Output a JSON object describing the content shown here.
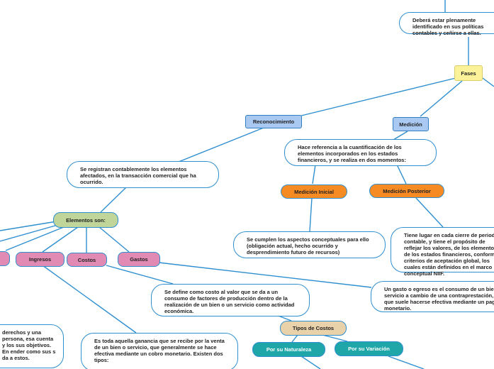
{
  "nodes": {
    "politicas": "Deberá estar plenamente identificado en sus políticas contables y ceñirse a ellas.",
    "fases": "Fases",
    "reconocimiento": "Reconocimiento",
    "medicion": "Medición",
    "registran": "Se registran contablemente los elementos afectados, en la transacción comercial que ha ocurrido.",
    "cuantificacion": "Hace referencia a la cuantificación de los elementos incorporados en los estados financieros, y se realiza en dos momentos:",
    "medicion_inicial": "Medición Inicial",
    "medicion_posterior": "Medición Posterior",
    "elementos_son": "Elementos son:",
    "aspectos": "Se cumplen los aspectos conceptuales para ello (obligación actual, hecho ocurrido y desprendimiento futuro de recursos)",
    "cierre": "Tiene lugar en cada cierre de periodo contable, y tiene el propósito de reflejar los valores, de los elementos de los estados financieros, conforme a criterios de aceptación global, los cuales están definidos en el marco conceptual NIIF.",
    "ingresos": "Ingresos",
    "costos": "Costos",
    "gastos": "Gastos",
    "costo_def": "Se define como costo al valor que se da a un consumo de factores de producción dentro de la realización de un bien o un servicio como actividad económica.",
    "gasto_def": "Un gasto o egreso es el consumo de un bien o servicio a cambio de una contraprestación, que suele hacerse efectiva mediante un pago monetario.",
    "derechos": "derechos y una persona, esa cuenta y los sus objetivos. En ender como sus s da a estos.",
    "ingreso_def": "Es toda aquella ganancia que se recibe por la venta de un bien o servicio, que generalmente se hace efectiva mediante un cobro monetario. Existen dos tipos:",
    "tipos_costos": "Tipos de Costos",
    "por_naturaleza": "Por su Naturaleza",
    "por_variacion": "Por su Variación"
  },
  "colors": {
    "connector": "#2f8fcf",
    "cloud_border": "#2f8fcf",
    "blue_node": "#a9c8f2",
    "yellow_node": "#fbf29a",
    "green_node": "#bfd59a",
    "pink_node": "#e18ab4",
    "orange_node": "#f78b23",
    "tan_node": "#e9d1a9",
    "teal_node": "#1fa6a8"
  }
}
